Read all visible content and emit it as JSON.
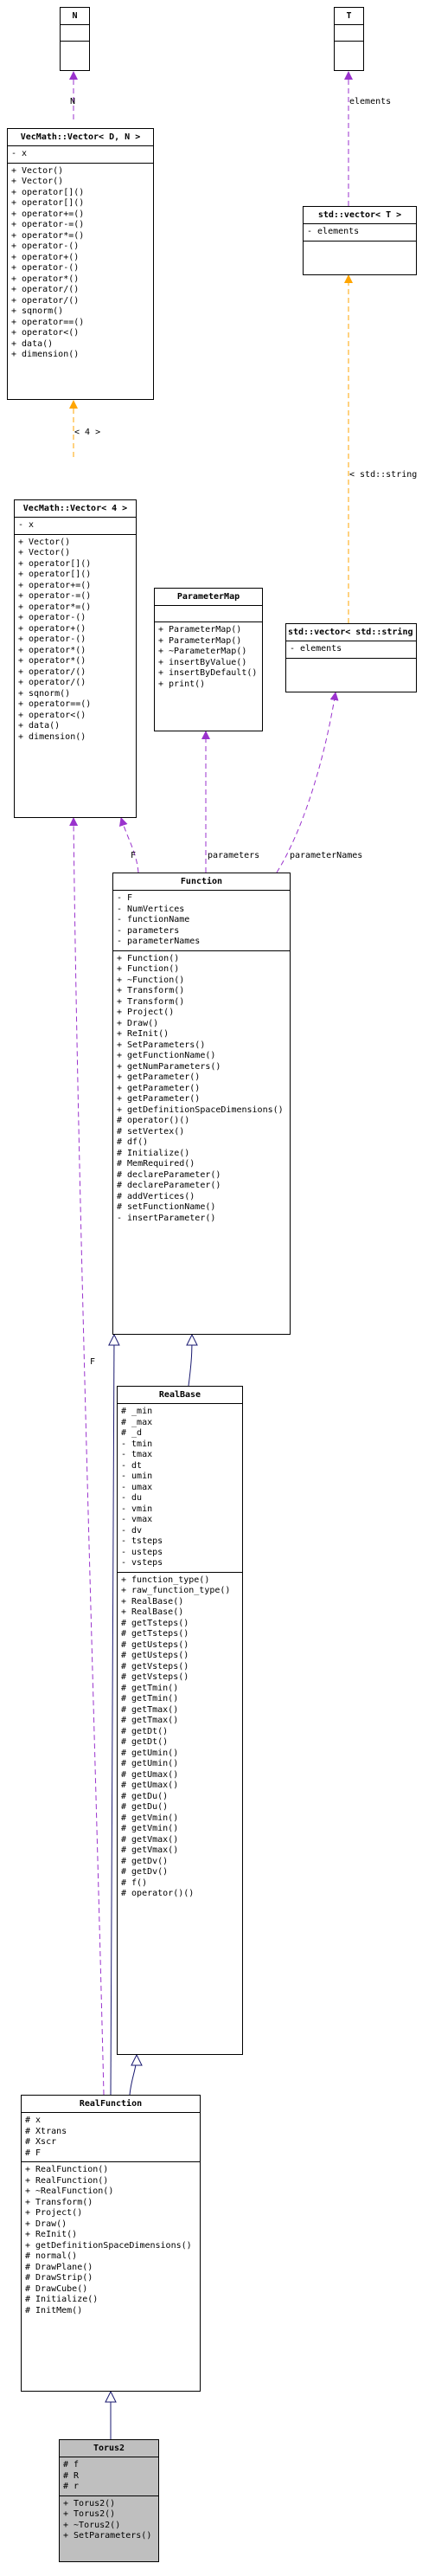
{
  "classes": {
    "N": {
      "name": "N"
    },
    "T": {
      "name": "T"
    },
    "vecmath_vector_d_n": {
      "name": "VecMath::Vector< D, N >",
      "attributes": [
        "- x"
      ],
      "methods": [
        "+ Vector()",
        "+ Vector()",
        "+ operator[]()",
        "+ operator[]()",
        "+ operator+=()",
        "+ operator-=()",
        "+ operator*=()",
        "+ operator-()",
        "+ operator+()",
        "+ operator-()",
        "+ operator*()",
        "+ operator/()",
        "+ operator/()",
        "+ sqnorm()",
        "+ operator==()",
        "+ operator<()",
        "+ data()",
        "+ dimension()"
      ]
    },
    "std_vector_t": {
      "name": "std::vector< T >",
      "attributes": [
        "- elements"
      ],
      "methods": []
    },
    "vecmath_vector_4": {
      "name": "VecMath::Vector< 4 >",
      "attributes": [
        "- x"
      ],
      "methods": [
        "+ Vector()",
        "+ Vector()",
        "+ operator[]()",
        "+ operator[]()",
        "+ operator+=()",
        "+ operator-=()",
        "+ operator*=()",
        "+ operator-()",
        "+ operator+()",
        "+ operator-()",
        "+ operator*()",
        "+ operator*()",
        "+ operator/()",
        "+ operator/()",
        "+ sqnorm()",
        "+ operator==()",
        "+ operator<()",
        "+ data()",
        "+ dimension()"
      ]
    },
    "parametermap": {
      "name": "ParameterMap",
      "attributes": [],
      "methods": [
        "+ ParameterMap()",
        "+ ParameterMap()",
        "+ ~ParameterMap()",
        "+ insertByValue()",
        "+ insertByDefault()",
        "+ print()"
      ]
    },
    "std_vector_string": {
      "name": "std::vector< std::string >",
      "attributes": [
        "- elements"
      ],
      "methods": []
    },
    "function": {
      "name": "Function",
      "attributes": [
        "- F",
        "- NumVertices",
        "- functionName",
        "- parameters",
        "- parameterNames"
      ],
      "methods": [
        "+ Function()",
        "+ Function()",
        "+ ~Function()",
        "+ Transform()",
        "+ Transform()",
        "+ Project()",
        "+ Draw()",
        "+ ReInit()",
        "+ SetParameters()",
        "+ getFunctionName()",
        "+ getNumParameters()",
        "+ getParameter()",
        "+ getParameter()",
        "+ getParameter()",
        "+ getDefinitionSpaceDimensions()",
        "# operator()()",
        "# setVertex()",
        "# df()",
        "# Initialize()",
        "# MemRequired()",
        "# declareParameter()",
        "# declareParameter()",
        "# addVertices()",
        "# setFunctionName()",
        "- insertParameter()"
      ]
    },
    "realbase": {
      "name": "RealBase",
      "attributes": [
        "# _min",
        "# _max",
        "# _d",
        "- tmin",
        "- tmax",
        "- dt",
        "- umin",
        "- umax",
        "- du",
        "- vmin",
        "- vmax",
        "- dv",
        "- tsteps",
        "- usteps",
        "- vsteps"
      ],
      "methods": [
        "+ function_type()",
        "+ raw_function_type()",
        "+ RealBase()",
        "+ RealBase()",
        "# getTsteps()",
        "# getTsteps()",
        "# getUsteps()",
        "# getUsteps()",
        "# getVsteps()",
        "# getVsteps()",
        "# getTmin()",
        "# getTmin()",
        "# getTmax()",
        "# getTmax()",
        "# getDt()",
        "# getDt()",
        "# getUmin()",
        "# getUmin()",
        "# getUmax()",
        "# getUmax()",
        "# getDu()",
        "# getDu()",
        "# getVmin()",
        "# getVmin()",
        "# getVmax()",
        "# getVmax()",
        "# getDv()",
        "# getDv()",
        "# f()",
        "# operator()()"
      ]
    },
    "realfunction": {
      "name": "RealFunction",
      "attributes": [
        "# x",
        "# Xtrans",
        "# Xscr",
        "# F"
      ],
      "methods": [
        "+ RealFunction()",
        "+ RealFunction()",
        "+ ~RealFunction()",
        "+ Transform()",
        "+ Project()",
        "+ Draw()",
        "+ ReInit()",
        "+ getDefinitionSpaceDimensions()",
        "# normal()",
        "# DrawPlane()",
        "# DrawStrip()",
        "# DrawCube()",
        "# Initialize()",
        "# InitMem()"
      ]
    },
    "torus2": {
      "name": "Torus2",
      "attributes": [
        "# f",
        "# R",
        "# r"
      ],
      "methods": [
        "+ Torus2()",
        "+ Torus2()",
        "+ ~Torus2()",
        "+ SetParameters()"
      ]
    }
  },
  "edge_labels": {
    "n": "N",
    "elements_t": "elements",
    "tpl_4": "< 4 >",
    "tpl_string": "< std::string >",
    "f_vec": "F",
    "parameters": "parameters",
    "parameter_names": "parameterNames",
    "f_real": "F"
  },
  "colors": {
    "usage_arrow": "#9a32cd",
    "template_arrow": "#ffa500",
    "inheritance_arrow": "#191970",
    "focus_class": "#bfbfbf"
  }
}
